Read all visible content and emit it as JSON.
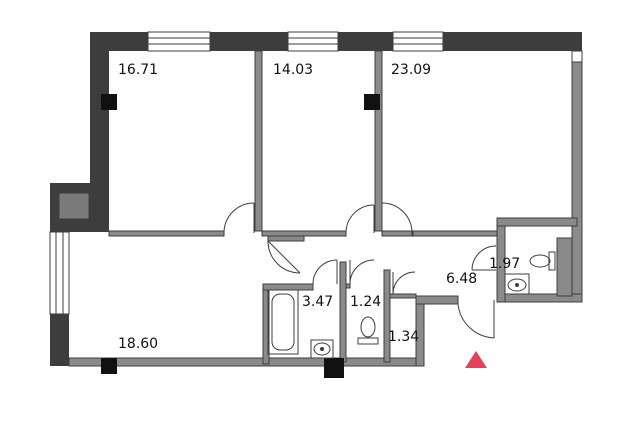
{
  "rooms": [
    {
      "id": "room-1",
      "area": "16.71"
    },
    {
      "id": "room-2",
      "area": "14.03"
    },
    {
      "id": "room-3",
      "area": "23.09"
    },
    {
      "id": "living",
      "area": "18.60"
    },
    {
      "id": "bath-1",
      "area": "3.47"
    },
    {
      "id": "wc-1",
      "area": "1.24"
    },
    {
      "id": "closet",
      "area": "1.34"
    },
    {
      "id": "hall",
      "area": "6.48"
    },
    {
      "id": "wc-2",
      "area": "1.97"
    }
  ],
  "colors": {
    "wall": "#3d3d3d",
    "wall_thin": "#8a8a8a",
    "window_fill": "#ffffff",
    "column": "#111111",
    "duct": "#7a7a7a",
    "entrance_marker": "#e4405a"
  },
  "icons": {
    "entrance": "entrance-triangle-icon",
    "toilet": "toilet-icon",
    "sink": "sink-icon",
    "bathtub": "bathtub-icon"
  }
}
